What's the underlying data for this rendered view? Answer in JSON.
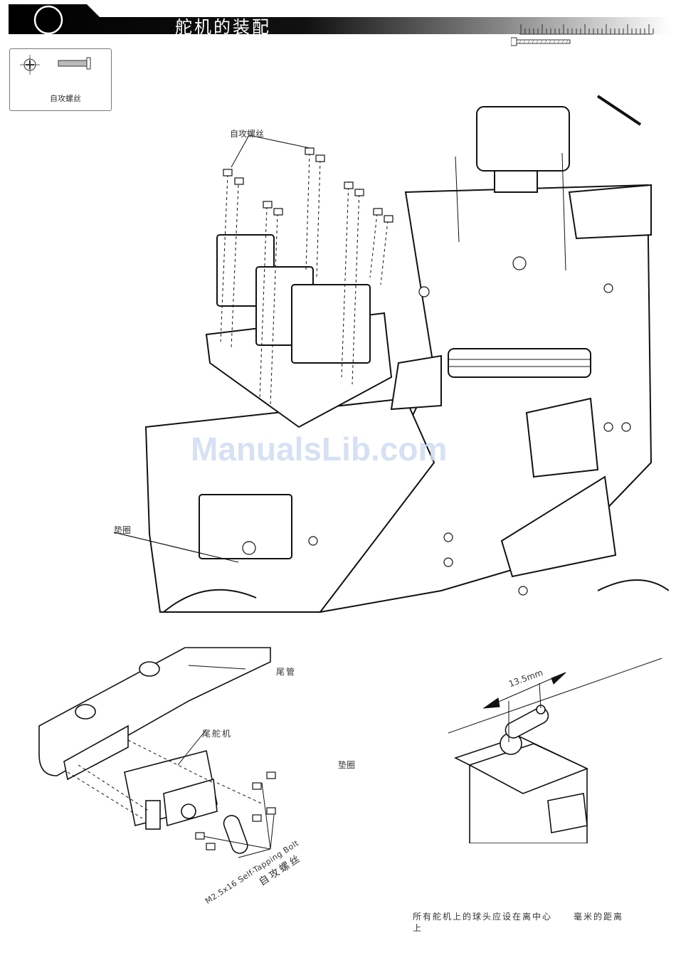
{
  "header": {
    "title": "舵机的装配"
  },
  "parts_legend": {
    "label": "自攻螺丝"
  },
  "main_assembly": {
    "label_screws": "自攻螺丝",
    "label_washer": "垫圈",
    "watermark": "ManualsLib.com"
  },
  "tail_assembly": {
    "label_tail_tube": "尾管",
    "label_tail_servo": "尾舵机",
    "label_washer": "垫圈",
    "bolt_spec": "M2.5x16 Self-Tapping Bolt",
    "bolt_name": "自攻螺丝"
  },
  "servo_detail": {
    "dimension": "13.5mm",
    "note_part1": "所有舵机上的球头应设在离中心",
    "note_part2": "毫米的距离上"
  }
}
